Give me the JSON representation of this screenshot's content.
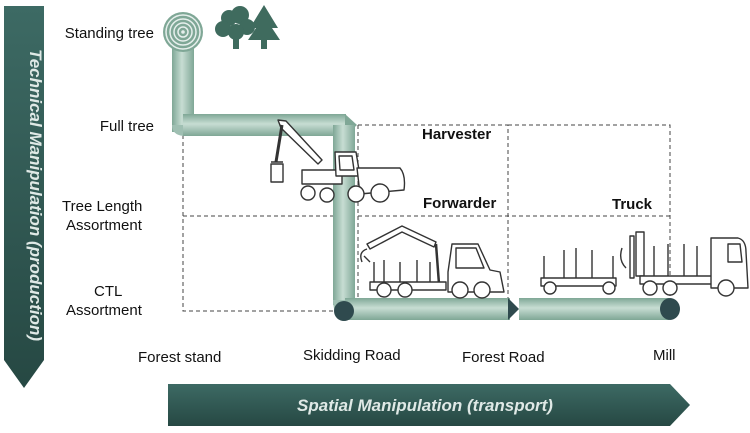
{
  "axes": {
    "vertical": "Technical Manipulation (production)",
    "horizontal": "Spatial Manipulation (transport)"
  },
  "rows": {
    "standing_tree": "Standing tree",
    "full_tree": "Full tree",
    "tree_length_1": "Tree Length",
    "tree_length_2": "Assortment",
    "ctl_1": "CTL",
    "ctl_2": "Assortment"
  },
  "columns": {
    "forest_stand": "Forest stand",
    "skidding_road": "Skidding Road",
    "forest_road": "Forest Road",
    "mill": "Mill"
  },
  "machines": {
    "harvester": "Harvester",
    "forwarder": "Forwarder",
    "truck": "Truck"
  },
  "colors": {
    "axis_arrow": "#2f5651",
    "pipe_light": "#b9d3c8",
    "pipe_dark": "#7fa796",
    "pipe_end": "#2f4a4e",
    "tree_icon": "#3f6b5e"
  },
  "icons": [
    "log-end-icon",
    "deciduous-tree-icon",
    "conifer-tree-icon",
    "harvester-icon",
    "forwarder-icon",
    "truck-icon"
  ]
}
